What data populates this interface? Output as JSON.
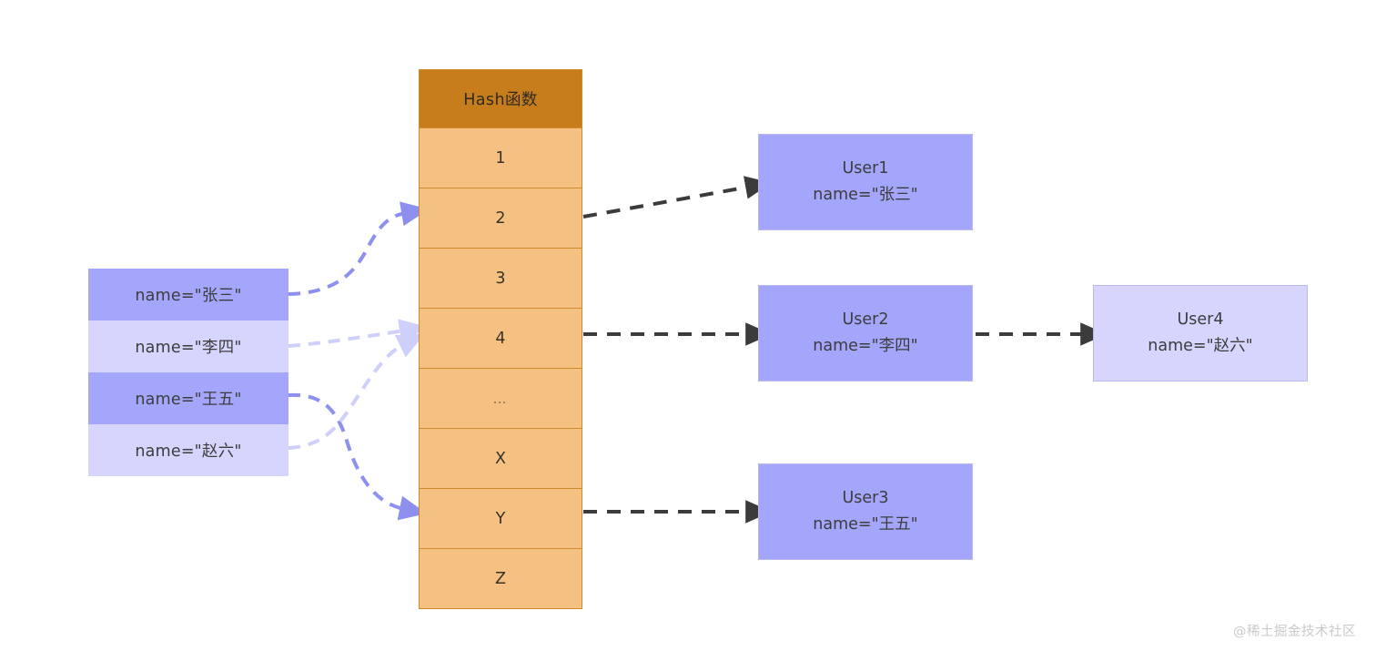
{
  "diagram": {
    "title_semantic": "hash-function-bucket-mapping-diagram",
    "colors": {
      "hash_header_bg": "#c87d1d",
      "hash_cell_bg": "#f5c182",
      "hash_border": "#d08a2e",
      "purple_strong": "#a3a6fb",
      "purple_soft": "#d6d5fd",
      "arrow_dark": "#3b3b3b",
      "arrow_purple_strong": "#8e90ef",
      "arrow_purple_soft": "#cfcffb",
      "text": "#3d3d3d",
      "watermark": "#c9c9c9"
    }
  },
  "inputs": {
    "rows": [
      {
        "label": "name=\"张三\"",
        "shade": "dark"
      },
      {
        "label": "name=\"李四\"",
        "shade": "light"
      },
      {
        "label": "name=\"王五\"",
        "shade": "dark"
      },
      {
        "label": "name=\"赵六\"",
        "shade": "light"
      }
    ]
  },
  "hash_table": {
    "header": "Hash函数",
    "cells": [
      {
        "label": "1"
      },
      {
        "label": "2"
      },
      {
        "label": "3"
      },
      {
        "label": "4"
      },
      {
        "label": "…"
      },
      {
        "label": "X"
      },
      {
        "label": "Y"
      },
      {
        "label": "Z"
      }
    ]
  },
  "users": {
    "user1": {
      "title": "User1",
      "name": "name=\"张三\"",
      "fill": "strong"
    },
    "user2": {
      "title": "User2",
      "name": "name=\"李四\"",
      "fill": "strong"
    },
    "user3": {
      "title": "User3",
      "name": "name=\"王五\"",
      "fill": "strong"
    },
    "user4": {
      "title": "User4",
      "name": "name=\"赵六\"",
      "fill": "soft"
    }
  },
  "watermark": {
    "text": "@稀土掘金技术社区"
  }
}
